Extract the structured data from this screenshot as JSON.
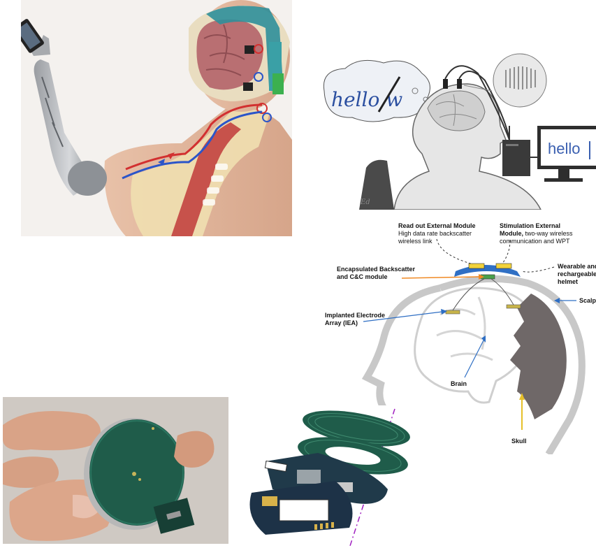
{
  "panels": {
    "hello": {
      "handwriting": "hello w",
      "screen_text": "hello",
      "signature": "Ed"
    },
    "helmet": {
      "readout_title": "Read out External Module",
      "readout_desc_1": "High data rate  backscatter",
      "readout_desc_2": "wireless link",
      "stim_title_1": "Stimulation External",
      "stim_title_2": "Module,",
      "stim_desc_1": " two-way wireless",
      "stim_desc_2": "communication and WPT",
      "wearable_1": "Wearable and",
      "wearable_2": "rechargeable",
      "wearable_3": "helmet",
      "encap_1": "Encapsulated Backscatter",
      "encap_2": "and C&C module",
      "iea_1": "Implanted Electrode",
      "iea_2": "Array (IEA)",
      "scalp": "Scalp",
      "brain": "Brain",
      "skull": "Skull"
    }
  },
  "colors": {
    "helmet_blue": "#2f6fc4",
    "module_yellow": "#f2d23a",
    "arrow_orange": "#f08a24",
    "arrow_blue": "#2f6fc4",
    "skull_gray": "#6f6868",
    "pcb_green": "#1f5c4a",
    "neural_blue": "#2b55c9",
    "neural_red": "#d23030"
  }
}
